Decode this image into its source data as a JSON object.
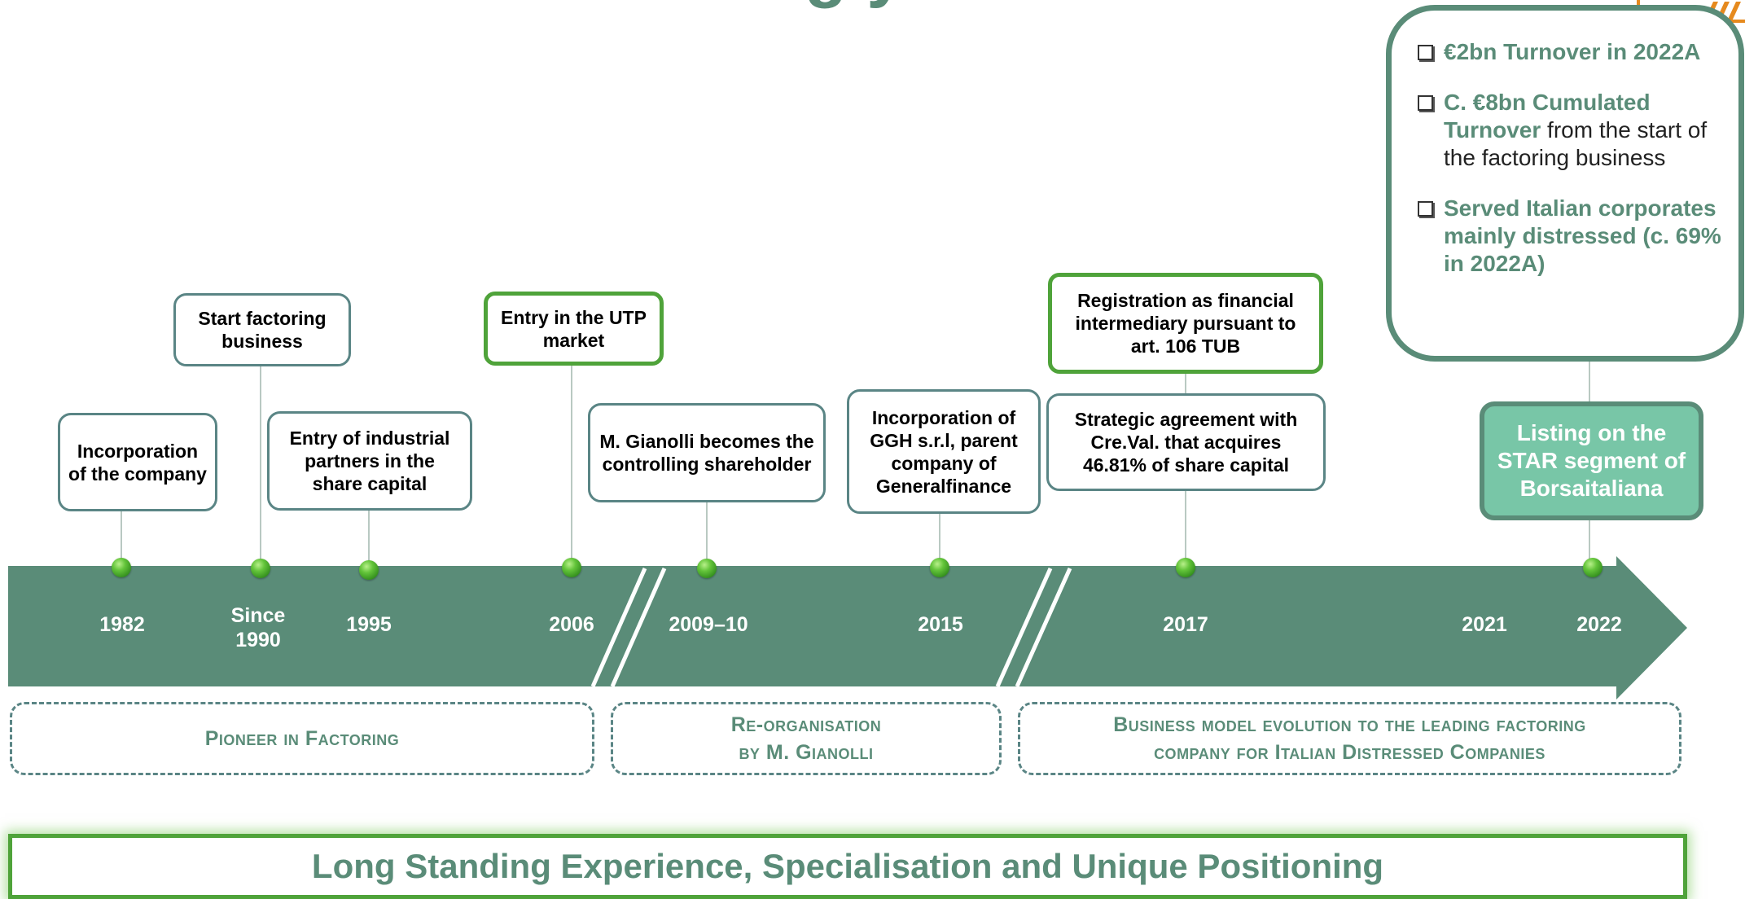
{
  "header": {
    "title_fragment": "g                              y"
  },
  "colors": {
    "band": "#5a8c78",
    "box_border": "#5a8585",
    "highlight_border": "#4fa33a",
    "listing_fill": "#78c6a7",
    "logo": "#e68a1e"
  },
  "timeline": {
    "years": [
      "1982",
      "Since 1990",
      "1995",
      "2006",
      "2009–10",
      "2015",
      "2017",
      "2021",
      "2022"
    ]
  },
  "events": {
    "e1982": "Incorporation of the company",
    "e1990": "Start factoring business",
    "e1995": "Entry of industrial partners in the share capital",
    "e2006": "Entry in the UTP market",
    "e2009": "M. Gianolli becomes the controlling shareholder",
    "e2015": "Incorporation of GGH s.r.l, parent company of Generalfinance",
    "e2017a": "Registration as financial intermediary pursuant to art. 106 TUB",
    "e2017b": "Strategic agreement with Cre.Val. that acquires 46.81% of share capital",
    "e2022": "Listing on the STAR segment of Borsaitaliana"
  },
  "phases": {
    "p1": "Pioneer in Factoring",
    "p2_line1": "Re-organisation",
    "p2_line2": "by M. Gianolli",
    "p3_line1": "Business model evolution to the leading factoring",
    "p3_line2": "company for Italian Distressed Companies"
  },
  "highlights": {
    "item1": {
      "strong": "€2bn Turnover in 2022A",
      "rest": ""
    },
    "item2": {
      "strong": "C. €8bn Cumulated Turnover",
      "rest": " from the start of the factoring business"
    },
    "item3": {
      "strong": "Served Italian corporates mainly distressed (c. 69% in 2022A)",
      "rest": ""
    }
  },
  "banner": "Long Standing Experience, Specialisation and Unique Positioning"
}
